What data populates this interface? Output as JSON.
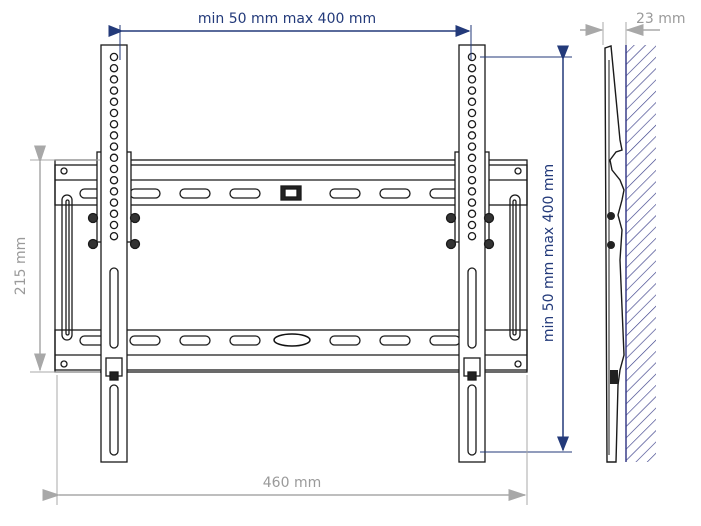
{
  "dimensions": {
    "horizontal_vesa": "min 50 mm max 400 mm",
    "vertical_vesa": "min 50 mm max 400 mm",
    "plate_height": "215 mm",
    "plate_width": "460 mm",
    "wall_distance": "23 mm"
  },
  "colors": {
    "blue": "#233a7a",
    "gray": "#a8a8a8",
    "line": "#1a1a1a",
    "hatch": "#3a3f8a"
  }
}
